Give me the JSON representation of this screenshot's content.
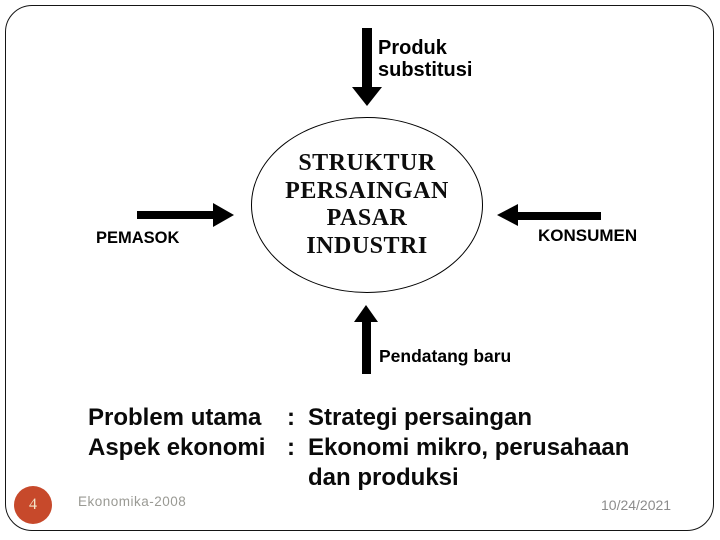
{
  "slide": {
    "page_number": "4",
    "footer_left": "Ekonomika-2008",
    "footer_right": "10/24/2021"
  },
  "diagram": {
    "center_ellipse": {
      "line1": "STRUKTUR",
      "line2": "PERSAINGAN",
      "line3": "PASAR",
      "line4": "INDUSTRI"
    },
    "top_label": {
      "line1": "Produk",
      "line2": "substitusi"
    },
    "left_label": "PEMASOK",
    "right_label": "KONSUMEN",
    "bottom_label": "Pendatang baru",
    "arrows": [
      {
        "name": "produk-substitusi-arrow",
        "direction": "down"
      },
      {
        "name": "pemasok-arrow",
        "direction": "right"
      },
      {
        "name": "konsumen-arrow",
        "direction": "left"
      },
      {
        "name": "pendatang-baru-arrow",
        "direction": "up"
      }
    ]
  },
  "summary": {
    "rows": [
      {
        "label": "Problem utama",
        "sep": ":",
        "value": "Strategi persaingan"
      },
      {
        "label": "Aspek ekonomi",
        "sep": ":",
        "value": "Ekonomi mikro, perusahaan"
      },
      {
        "label": "",
        "sep": "",
        "value": "dan produksi"
      }
    ]
  },
  "colors": {
    "arrow": "#000000",
    "frame_border": "#151515",
    "page_number_bg": "#C7492B",
    "page_number_fg": "#F3E5CA",
    "footer_left_text": "#9A9A94",
    "footer_right_text": "#8C8C8C"
  }
}
